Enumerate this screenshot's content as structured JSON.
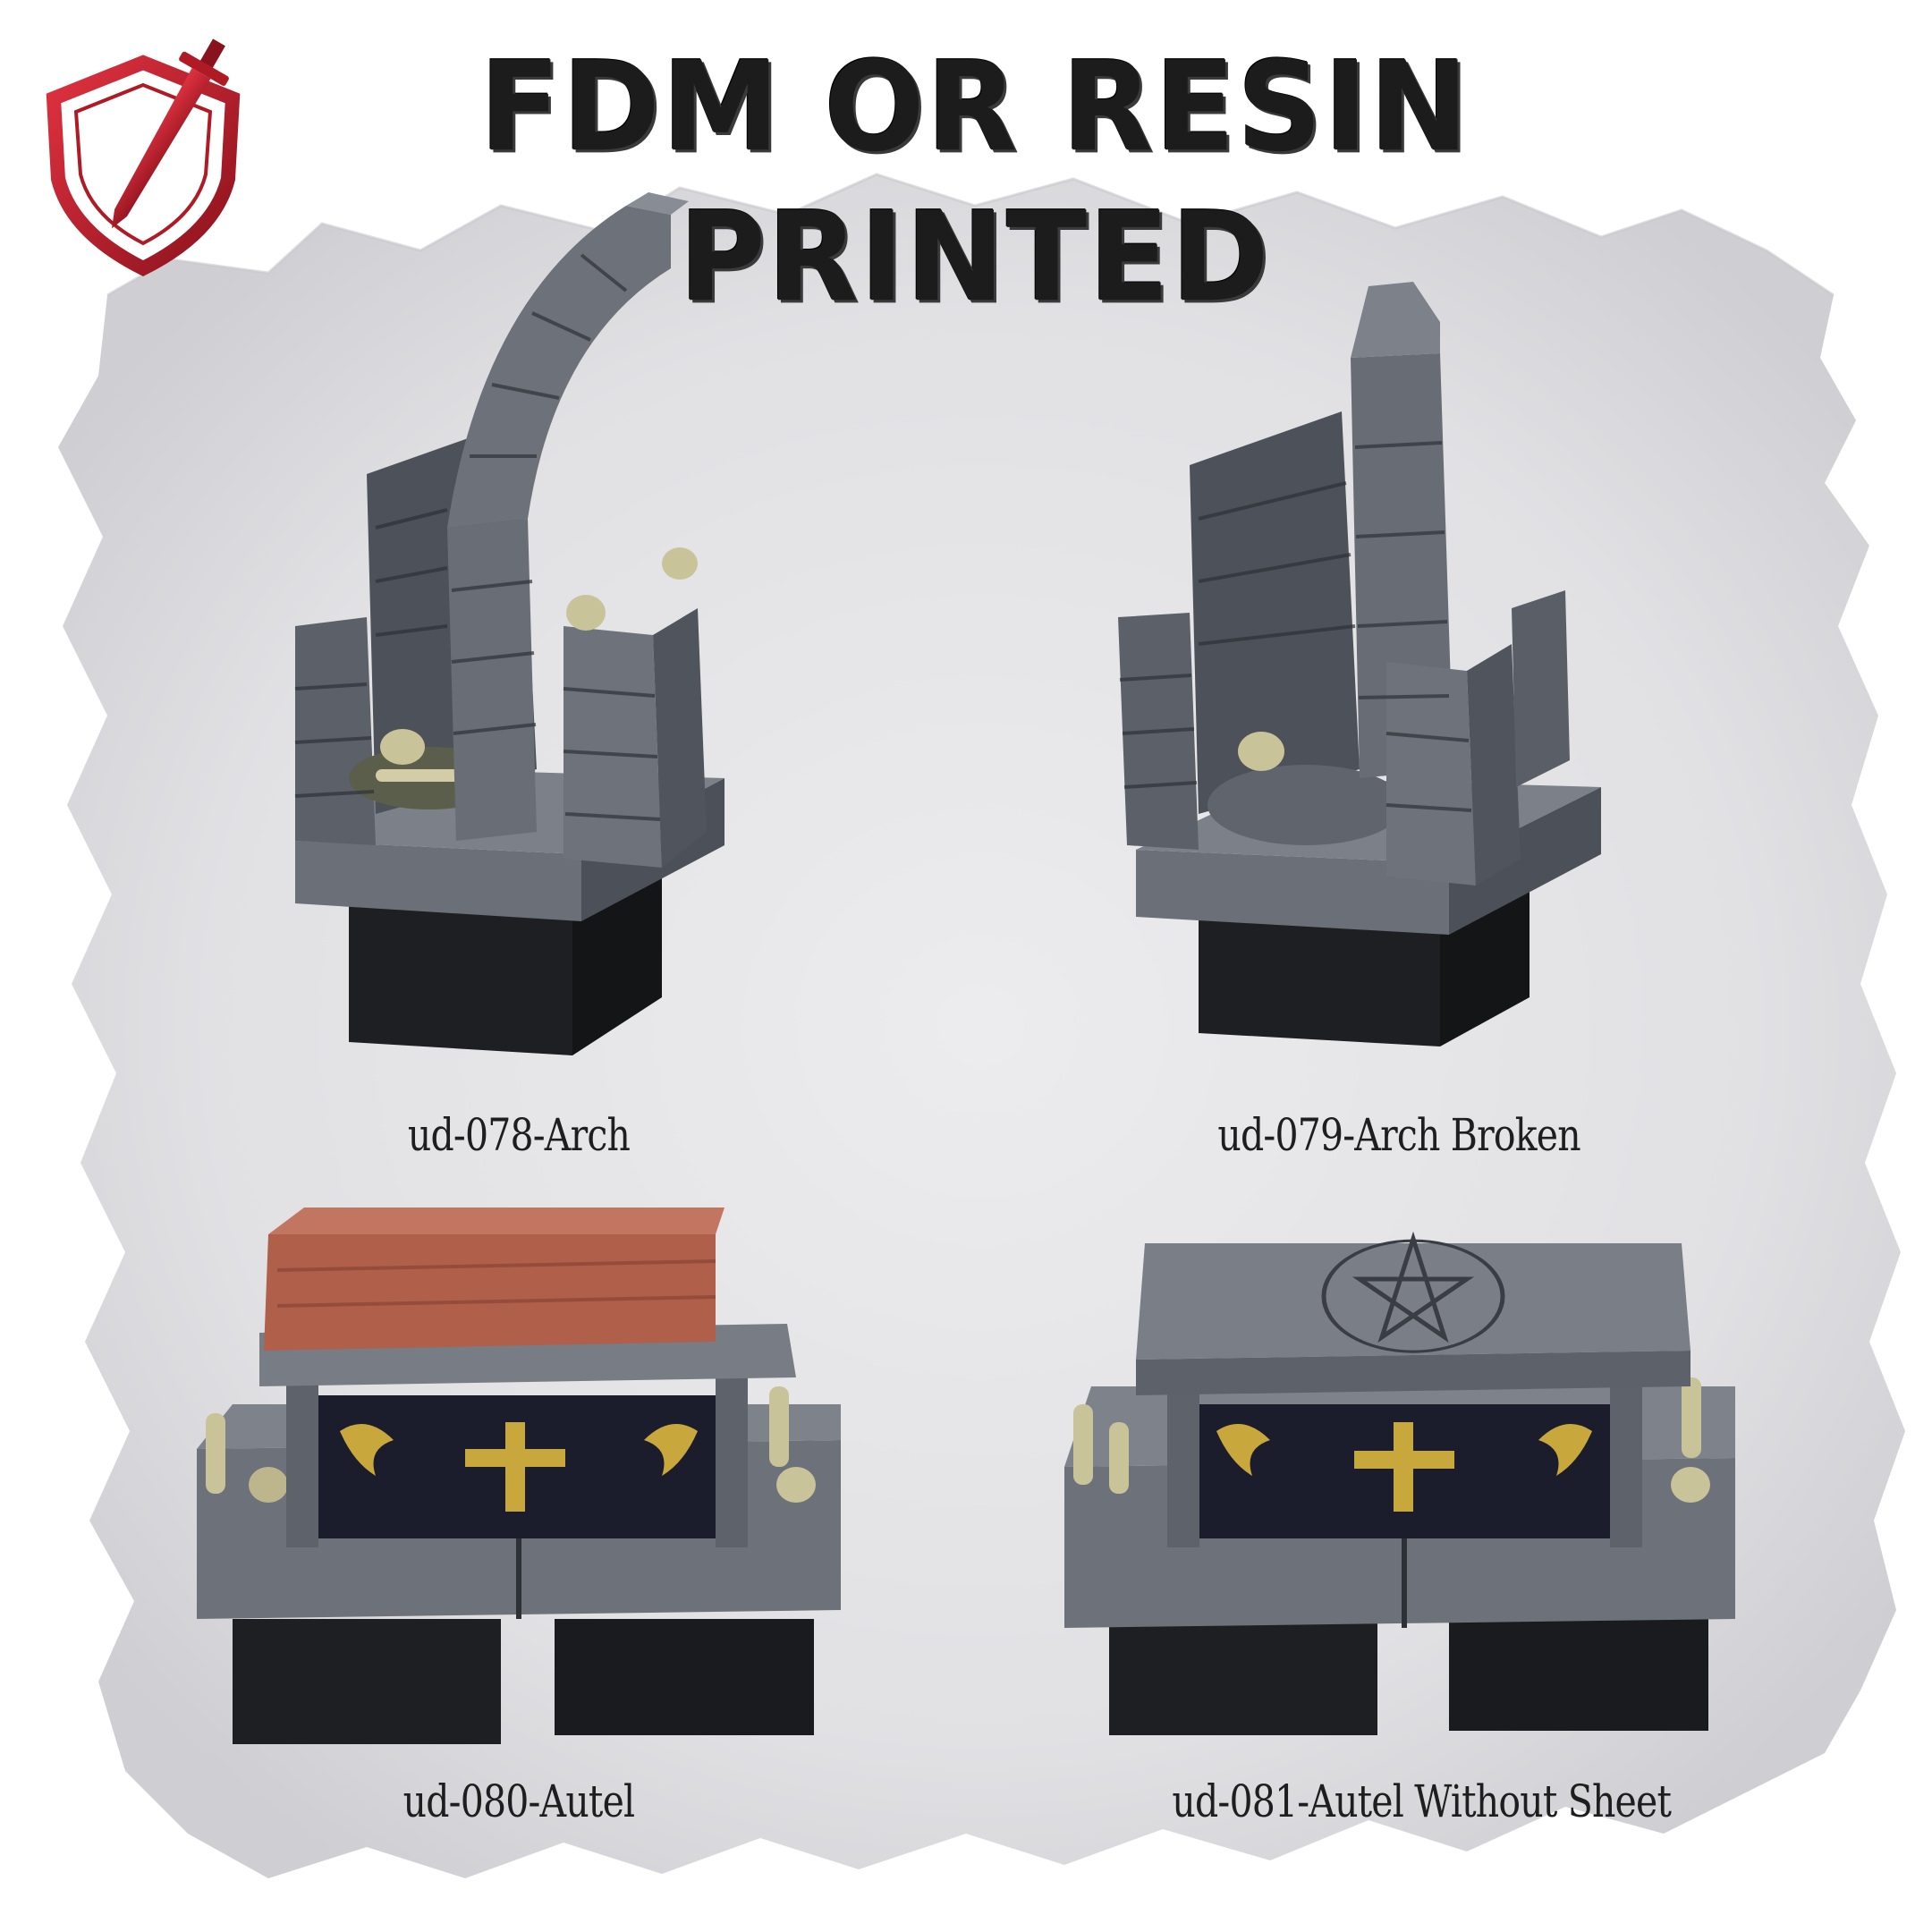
{
  "header": {
    "headline": "FDM OR RESIN PRINTED",
    "logo_icon": "sword-shield-logo"
  },
  "colors": {
    "paper": "#e4e4e6",
    "stone": "#5f636c",
    "stone_dark": "#3e4148",
    "base_black": "#1e1f22",
    "bone": "#c9c39a",
    "sheet_red": "#b05f4a",
    "gold": "#c8a83c",
    "logo_red": "#c3202b"
  },
  "items": [
    {
      "caption": "ud-078-Arch",
      "icon": "ruined-arch"
    },
    {
      "caption": "ud-079-Arch Broken",
      "icon": "broken-arch"
    },
    {
      "caption": "ud-080-Autel",
      "icon": "altar-with-sheet"
    },
    {
      "caption": "ud-081-Autel Without Sheet",
      "icon": "altar-pentagram"
    }
  ]
}
